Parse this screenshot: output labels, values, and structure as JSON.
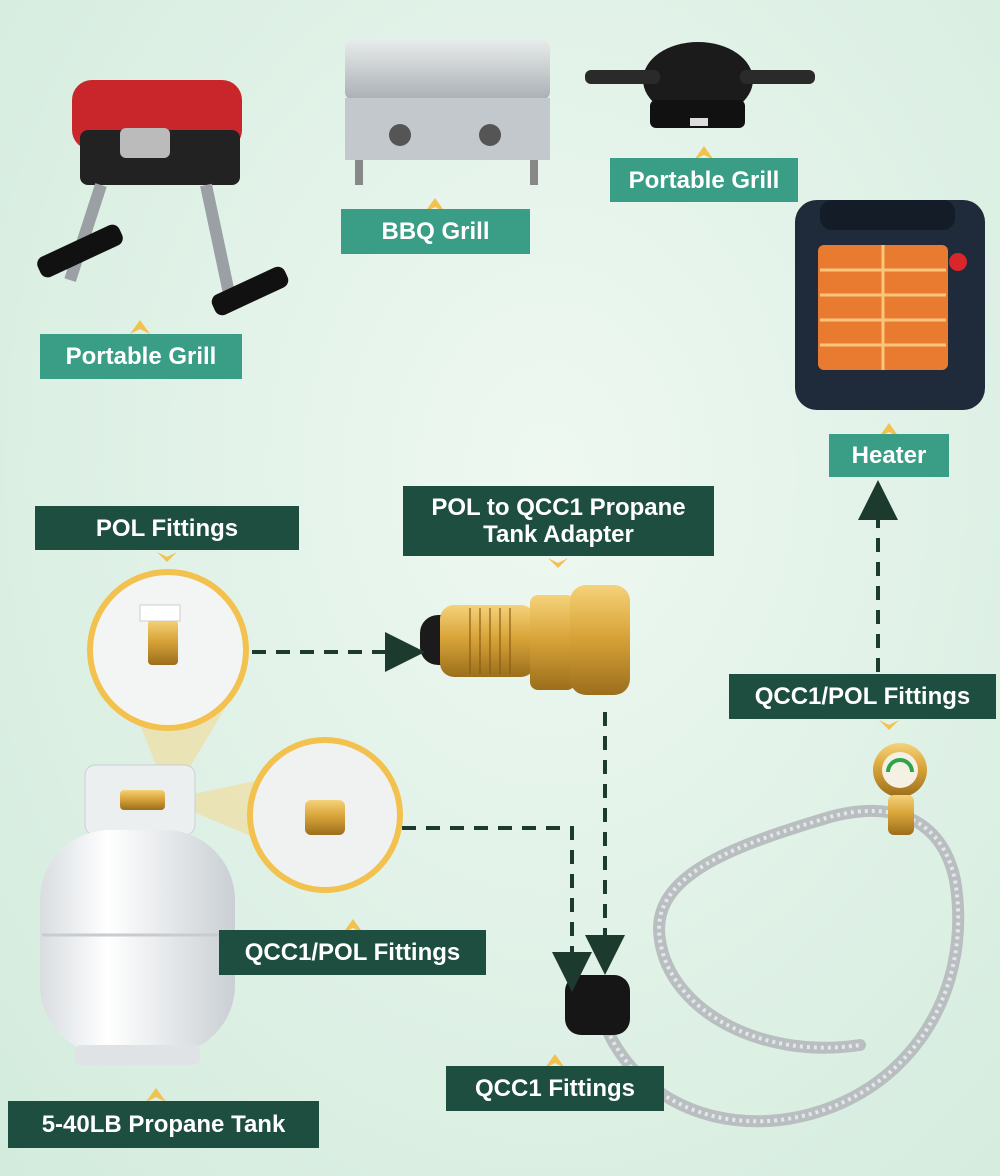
{
  "labels": {
    "portable_grill_left": "Portable Grill",
    "bbq_grill": "BBQ Grill",
    "portable_grill_right": "Portable Grill",
    "heater": "Heater",
    "pol_fittings": "POL Fittings",
    "adapter_line1": "POL to QCC1 Propane",
    "adapter_line2": "Tank Adapter",
    "qcc1_pol_fittings_right": "QCC1/POL Fittings",
    "qcc1_pol_fittings_tank": "QCC1/POL Fittings",
    "qcc1_fittings": "QCC1 Fittings",
    "propane_tank": "5-40LB Propane Tank"
  },
  "colors": {
    "teal_label": "#3a9d86",
    "dark_label": "#1e4e3f",
    "accent_marker": "#f2c14e",
    "arrow": "#1d3a2e"
  }
}
